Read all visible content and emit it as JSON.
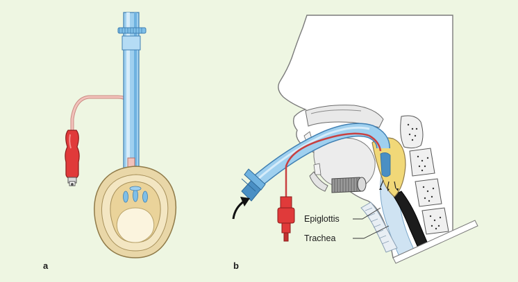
{
  "panels": [
    {
      "letter": "a"
    },
    {
      "letter": "b"
    }
  ],
  "callouts": [
    {
      "text": "Epiglottis"
    },
    {
      "text": "Trachea"
    }
  ],
  "colors": {
    "background": "#eef6e2",
    "tube": "#9fd0ef",
    "tube_dark": "#4a8fc4",
    "cuff_line": "#f2b9b0",
    "pilot_balloon": "#e03a3a",
    "mask_outer": "#e9d7a8",
    "mask_inner": "#f3e6c2",
    "skin": "#ffffff",
    "bone": "#e9e9e9",
    "airway": "#cfe3f2",
    "epiglottis": "#f1d878"
  },
  "icons": [
    "laryngeal-mask-airway",
    "head-sagittal-section",
    "insertion-arrow"
  ]
}
